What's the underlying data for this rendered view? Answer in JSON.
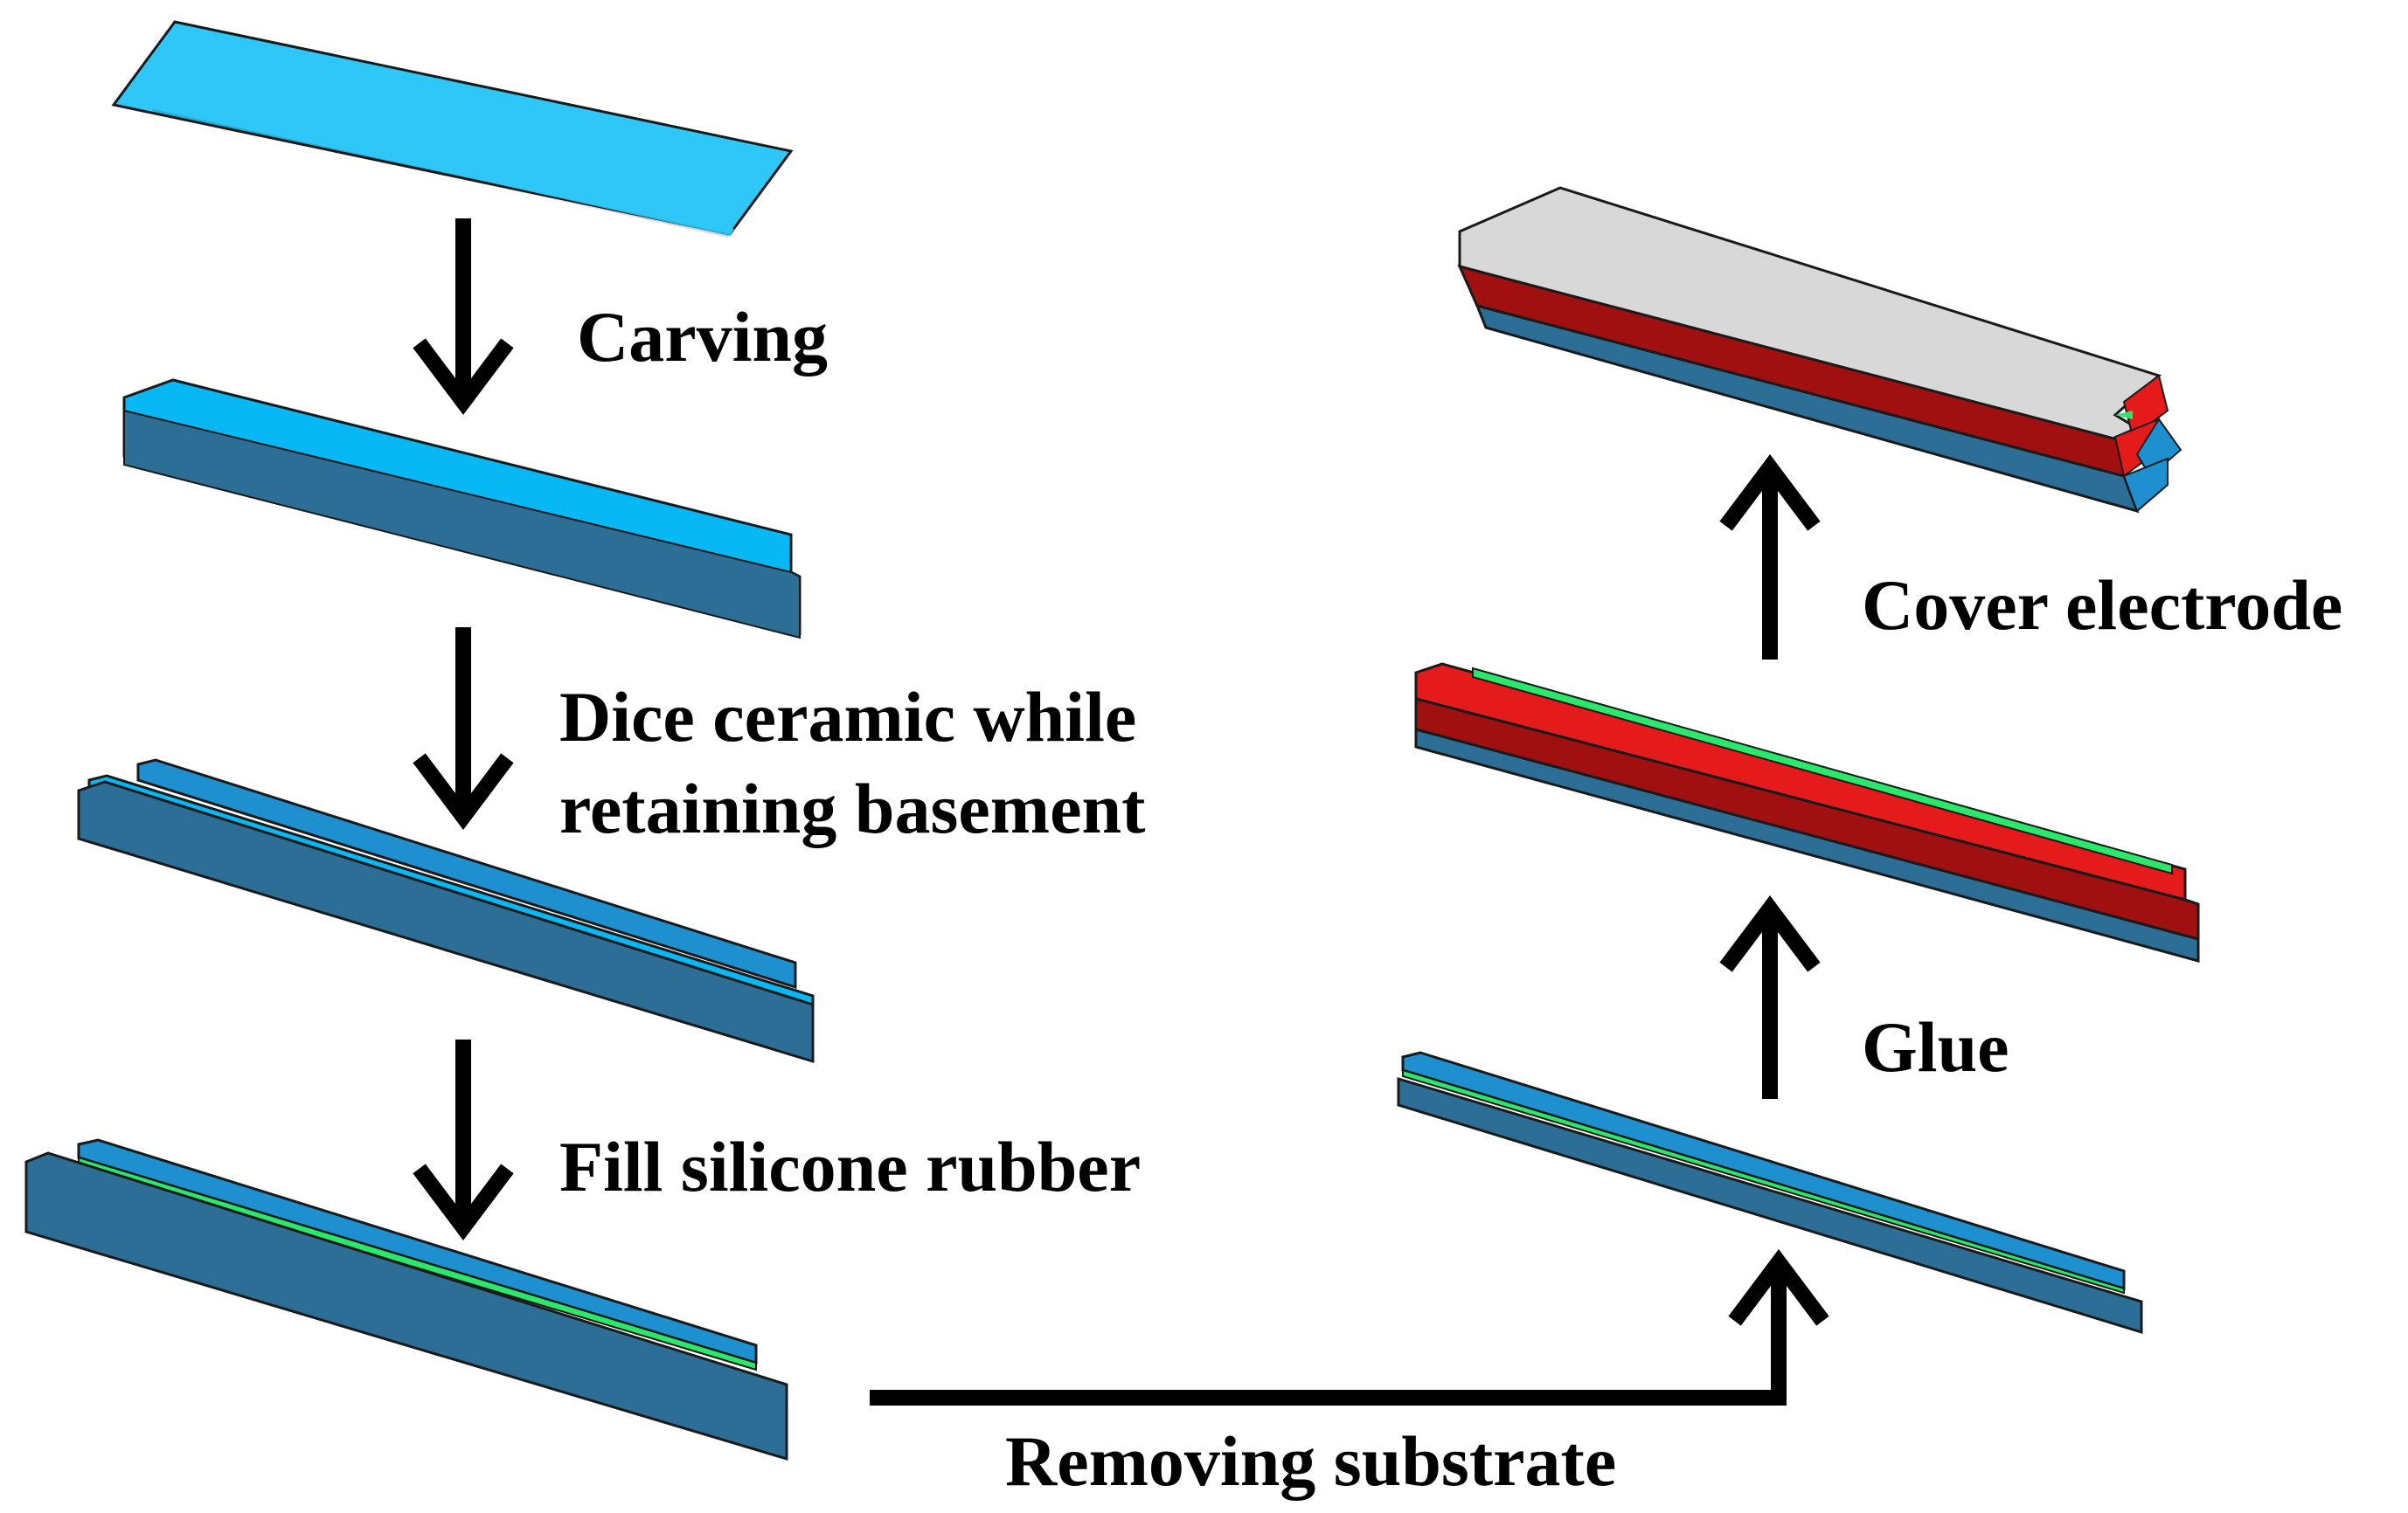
{
  "steps": {
    "carving": "Carving",
    "dice_line1": "Dice ceramic while",
    "dice_line2": "retaining basement",
    "fill": "Fill silicone rubber",
    "removing": "Removing substrate",
    "glue": "Glue",
    "cover": "Cover electrode"
  },
  "colors": {
    "ceramic_light": "#08B8F5",
    "ceramic_top": "#2FC7F8",
    "ceramic_dark": "#2D6E96",
    "ceramic_mid": "#1E90D0",
    "silicone": "#2BE86A",
    "electrode_red": "#E51B1B",
    "electrode_dark_red": "#A01010",
    "electrode_gray": "#D8D8D8",
    "arrow": "#000000"
  }
}
